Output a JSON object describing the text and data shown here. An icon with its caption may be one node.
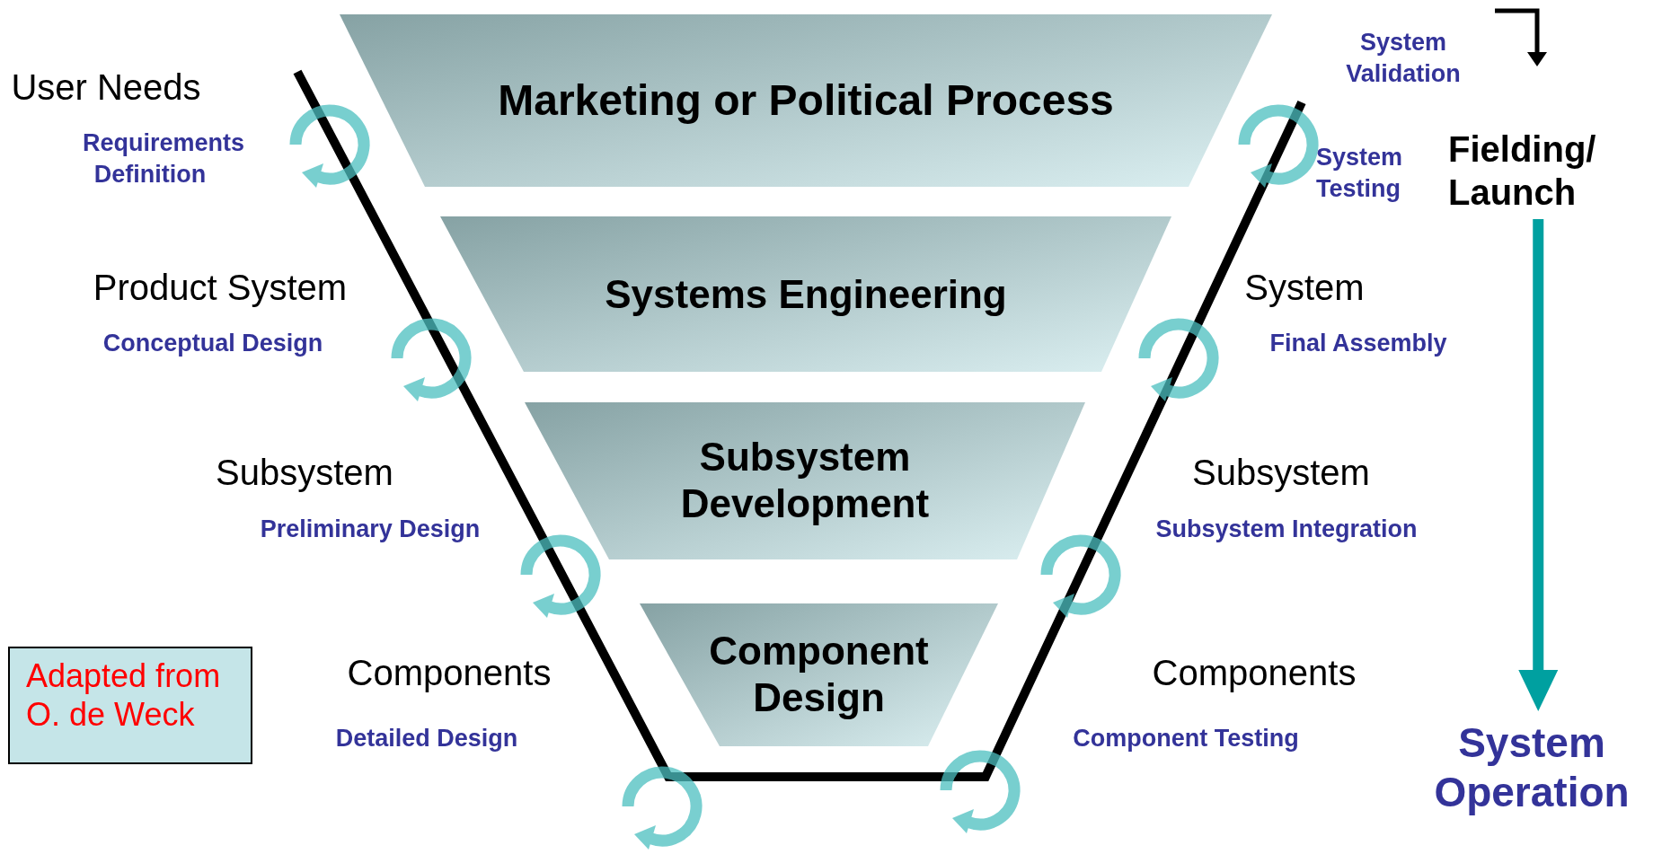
{
  "diagram": {
    "nodes": [
      {
        "text": [
          "Marketing or Political Process"
        ]
      },
      {
        "text": [
          "Systems Engineering"
        ]
      },
      {
        "text": [
          "Subsystem Development"
        ]
      },
      {
        "text": [
          "Component Design"
        ]
      },
      {
        "text": [
          "Fielding/ Launch"
        ]
      },
      {
        "text": [
          "System Operation"
        ]
      },
      {
        "text": [
          "Adapted from O. de Weck"
        ]
      }
    ],
    "edges": [
      {
        "from": 4,
        "to": 5,
        "arrow": "to",
        "color": "#00a0a0"
      }
    ],
    "labels": [
      "User Needs",
      "Requirements Definition",
      "System Validation",
      "System Testing",
      "Product System",
      "Conceptual Design",
      "System",
      "Final Assembly",
      "Subsystem",
      "Preliminary Design",
      "Subsystem",
      "Subsystem Integration",
      "Components",
      "Detailed Design",
      "Components",
      "Component Testing"
    ]
  }
}
